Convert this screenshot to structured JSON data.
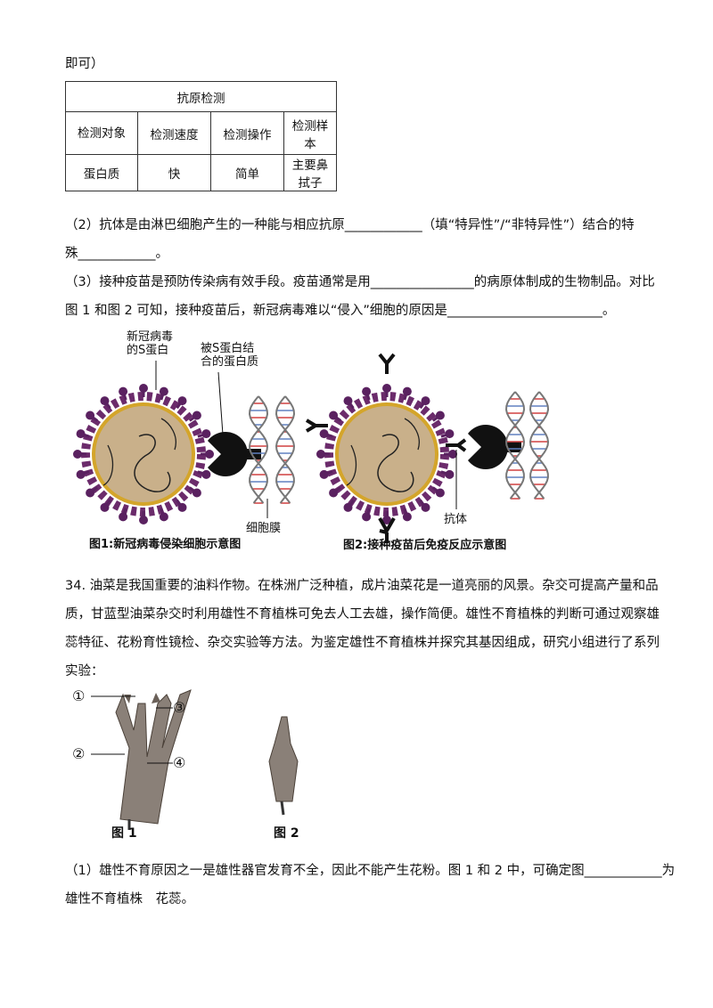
{
  "intro_tail": "即可）",
  "antigen_table": {
    "title": "抗原检测",
    "headers": [
      "检测对象",
      "检测速度",
      "检测操作",
      "检测样本"
    ],
    "values": [
      "蛋白质",
      "快",
      "简单",
      "主要鼻拭子"
    ]
  },
  "q2": {
    "line1": "（2）抗体是由淋巴细胞产生的一种能与相应抗原____________（填“特异性”/“非特异性”）结合的特",
    "line2": "殊____________。"
  },
  "q3": {
    "line1": "（3）接种疫苗是预防传染病有效手段。疫苗通常是用________________的病原体制成的生物制品。对比",
    "line2": "图 1 和图 2 可知，接种疫苗后，新冠病毒难以“侵入”细胞的原因是________________________。"
  },
  "virus_figure": {
    "label_spike": "新冠病毒的S蛋白",
    "label_spike_line1": "新冠病毒",
    "label_spike_line2": "的S蛋白",
    "label_receptor_line1": "被S蛋白结",
    "label_receptor_line2": "合的蛋白质",
    "label_membrane": "细胞膜",
    "label_antibody": "抗体",
    "caption1": "图1:新冠病毒侵染细胞示意图",
    "caption2": "图2:接种疫苗后免疫反应示意图"
  },
  "q34": {
    "line1": "34. 油菜是我国重要的油料作物。在株洲广泛种植，成片油菜花是一道亮丽的风景。杂交可提高产量和品",
    "line2": "质，甘蓝型油菜杂交时利用雄性不育植株可免去人工去雄，操作简便。雄性不育植株的判断可通过观察雄",
    "line3": "蕊特征、花粉育性镜检、杂交实验等方法。为鉴定雄性不育植株并探究其基因组成，研究小组进行了系列",
    "line4": "实验："
  },
  "flower_figure": {
    "marker1": "①",
    "marker2": "②",
    "marker3": "③",
    "marker4": "④",
    "caption1": "图 1",
    "caption2": "图 2"
  },
  "q34_1": {
    "line1": "（1）雄性不育原因之一是雄性器官发育不全，因此不能产生花粉。图 1 和 2 中，可确定图____________为",
    "line2": "雄性不育植株　花蕊。"
  },
  "colors": {
    "virus_body": "#c9b08a",
    "virus_shell": "#6b2b6b",
    "spike": "#5a2160",
    "receptor": "#111111",
    "dna_red": "#d04040",
    "dna_blue": "#6080c0"
  }
}
